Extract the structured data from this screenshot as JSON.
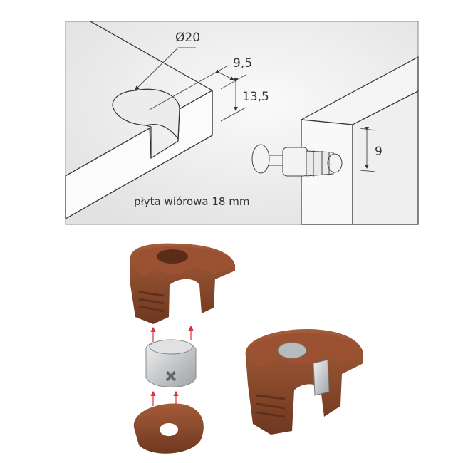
{
  "diagram": {
    "dimensions": {
      "diameter": "Ø20",
      "depth_offset": "9,5",
      "edge_distance": "13,5",
      "pin_distance": "9"
    },
    "caption": "płyta wiórowa 18 mm",
    "colors": {
      "connector_brown": "#8a4a2c",
      "arrow_red": "#e0303a",
      "metal": "#c9cccf",
      "background": "#ebebeb"
    }
  }
}
